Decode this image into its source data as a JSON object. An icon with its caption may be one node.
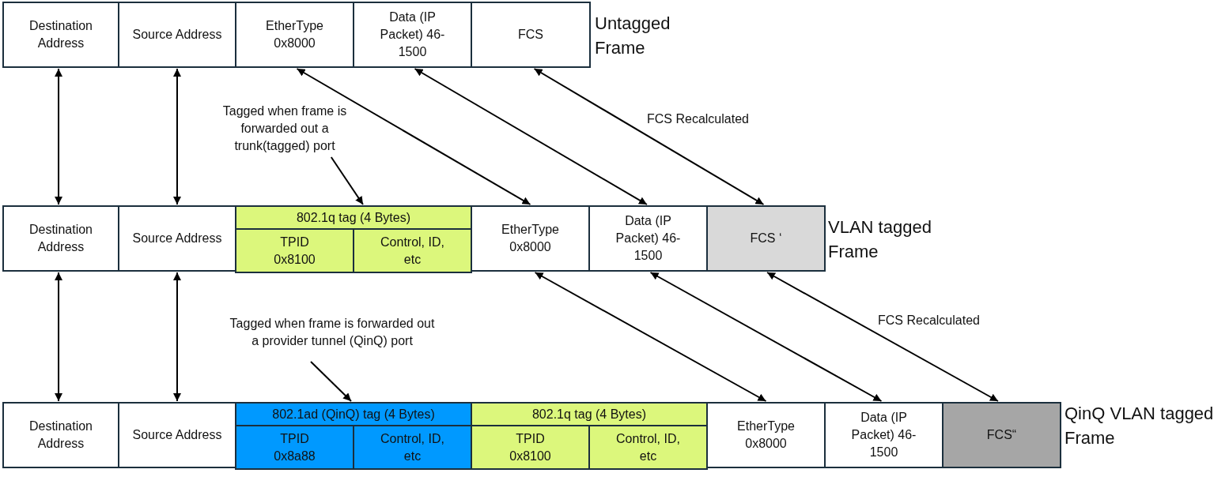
{
  "diagram": {
    "nodes": [
      {
        "text": [
          "Destination Address"
        ]
      },
      {
        "text": [
          "Source Address"
        ]
      },
      {
        "text": [
          "EtherType 0x8000"
        ]
      },
      {
        "text": [
          "Data (IP Packet) 46-1500"
        ]
      },
      {
        "text": [
          "FCS"
        ]
      },
      {
        "text": [
          "Destination Address"
        ]
      },
      {
        "text": [
          "Source Address"
        ]
      },
      {
        "text": [
          "802.1q tag (4 Bytes)"
        ]
      },
      {
        "text": [
          "TPID 0x8100"
        ],
        "in": 7
      },
      {
        "text": [
          "Control, ID, etc"
        ],
        "in": 7
      },
      {
        "text": [
          "EtherType 0x8000"
        ]
      },
      {
        "text": [
          "Data (IP Packet) 46-1500"
        ]
      },
      {
        "text": [
          "FCS ‘"
        ]
      },
      {
        "text": [
          "Destination Address"
        ]
      },
      {
        "text": [
          "Source Address"
        ]
      },
      {
        "text": [
          "802.1ad (QinQ) tag (4 Bytes)"
        ]
      },
      {
        "text": [
          "TPID 0x8a88"
        ],
        "in": 15
      },
      {
        "text": [
          "Control, ID, etc"
        ],
        "in": 15
      },
      {
        "text": [
          "802.1q tag (4 Bytes)"
        ]
      },
      {
        "text": [
          "TPID 0x8100"
        ],
        "in": 18
      },
      {
        "text": [
          "Control, ID, etc"
        ],
        "in": 18
      },
      {
        "text": [
          "EtherType 0x8000"
        ]
      },
      {
        "text": [
          "Data (IP Packet) 46-1500"
        ]
      },
      {
        "text": [
          "FCS“"
        ]
      },
      {
        "text": [
          "Tagged when frame is forwarded out a trunk(tagged) port"
        ]
      },
      {
        "text": [
          "Tagged when frame is forwarded out a provider tunnel (QinQ) port"
        ]
      }
    ],
    "edges": [
      {
        "from": 0,
        "to": 5,
        "arrow": "both"
      },
      {
        "from": 1,
        "to": 6,
        "arrow": "both"
      },
      {
        "from": 2,
        "to": 10,
        "arrow": "both"
      },
      {
        "from": 3,
        "to": 11,
        "arrow": "both"
      },
      {
        "from": 4,
        "to": 12,
        "arrow": "both",
        "label": "FCS Recalculated"
      },
      {
        "from": 5,
        "to": 13,
        "arrow": "both"
      },
      {
        "from": 6,
        "to": 14,
        "arrow": "both"
      },
      {
        "from": 10,
        "to": 21,
        "arrow": "both"
      },
      {
        "from": 11,
        "to": 22,
        "arrow": "both"
      },
      {
        "from": 12,
        "to": 23,
        "arrow": "both",
        "label": "FCS Recalculated"
      },
      {
        "from": 24,
        "to": 7,
        "arrow": "to"
      },
      {
        "from": 25,
        "to": 15,
        "arrow": "to"
      }
    ],
    "labels": [
      "Untagged Frame",
      "VLAN tagged Frame",
      "QinQ VLAN tagged Frame"
    ]
  }
}
